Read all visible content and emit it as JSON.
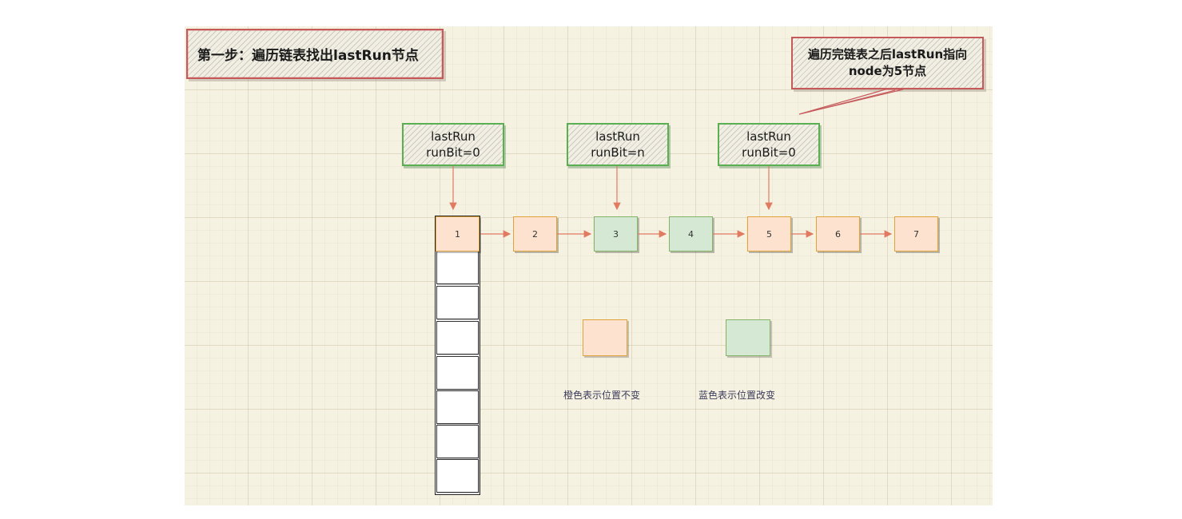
{
  "title": "第一步：遍历链表找出lastRun节点",
  "note": "遍历完链表之后lastRun指向node为5节点",
  "pointers": [
    {
      "line1": "lastRun",
      "line2": "runBit=0"
    },
    {
      "line1": "lastRun",
      "line2": "runBit=n"
    },
    {
      "line1": "lastRun",
      "line2": "runBit=0"
    }
  ],
  "nodes": [
    {
      "label": "1",
      "color": "orange"
    },
    {
      "label": "2",
      "color": "orange"
    },
    {
      "label": "3",
      "color": "green"
    },
    {
      "label": "4",
      "color": "green"
    },
    {
      "label": "5",
      "color": "orange"
    },
    {
      "label": "6",
      "color": "orange"
    },
    {
      "label": "7",
      "color": "orange"
    }
  ],
  "legend": {
    "orange_label": "橙色表示位置不变",
    "green_label": "蓝色表示位置改变"
  },
  "colors": {
    "orange_fill": "#fde3cf",
    "green_fill": "#d5e8d4",
    "arrow": "#e07a60",
    "pointer_border": "#5cae52",
    "title_border": "#c65a5a"
  }
}
